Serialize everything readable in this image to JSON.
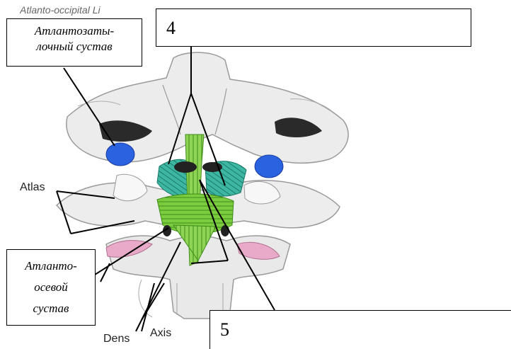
{
  "labels": {
    "atlanto_occipital": [
      "Атлантозаты-",
      "лочный сустав"
    ],
    "atlanto_axial": [
      "Атланто-",
      "осевой",
      "сустав"
    ],
    "number_top": "4",
    "number_bottom": "5",
    "atlas": "Atlas",
    "dens": "Dens",
    "axis": "Axis",
    "partial_top": "Atlanto-occipital Li"
  },
  "colors": {
    "bone": "#ebebeb",
    "bone_shadow": "#bdbdbd",
    "joint_blue": "#2b62e0",
    "ligament_teal": "#3db7a3",
    "ligament_green": "#7ccc3f",
    "ligament_pink": "#e9a9c9",
    "line": "#000000"
  }
}
